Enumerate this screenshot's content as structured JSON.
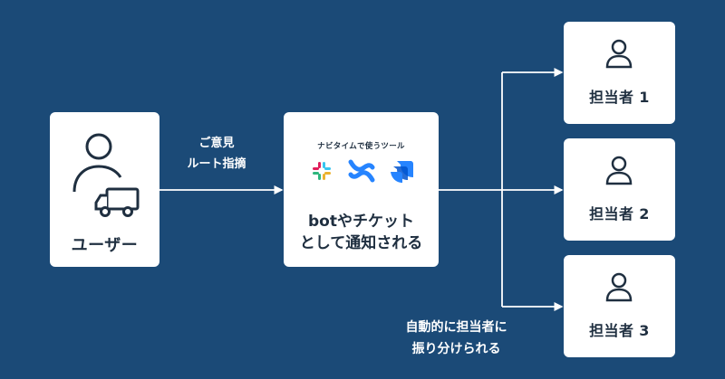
{
  "diagram": {
    "user_label": "ユーザー",
    "arrow_label_lines": [
      "ご意見",
      "ルート指摘"
    ],
    "tool_caption": "ナビタイムで使うツール",
    "tool_text_lines": [
      "botやチケット",
      "として通知される"
    ],
    "assignees": [
      {
        "label": "担当者 1"
      },
      {
        "label": "担当者 2"
      },
      {
        "label": "担当者 3"
      }
    ],
    "routing_label_lines": [
      "自動的に担当者に",
      "振り分けられる"
    ]
  },
  "icons": {
    "user": "user-icon",
    "truck": "truck-icon",
    "slack": "slack-icon",
    "confluence": "confluence-icon",
    "jira": "jira-icon",
    "assignee": "person-icon"
  },
  "colors": {
    "background": "#1b4a77",
    "box": "#ffffff",
    "text_dark": "#1f2f40",
    "text_white": "#ffffff",
    "confluence": "#2684ff",
    "jira": "#2684ff",
    "slack_red": "#e01e5a",
    "slack_yellow": "#ecb22e",
    "slack_green": "#2eb67d",
    "slack_blue": "#36c5f0"
  }
}
